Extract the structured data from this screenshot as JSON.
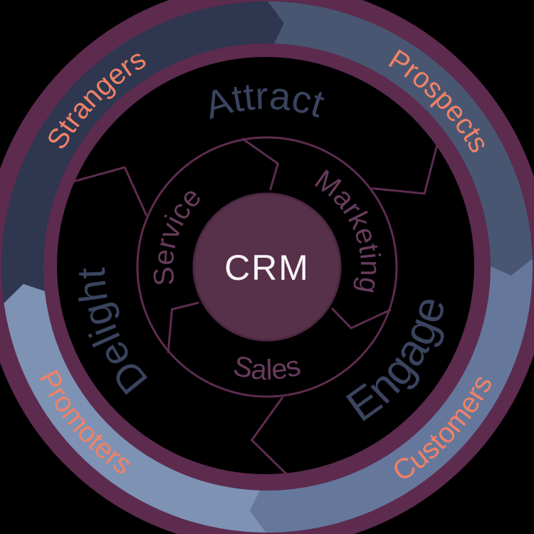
{
  "diagram": {
    "type": "crm-flywheel",
    "background": "#000000",
    "colors": {
      "ring": "#5c2b4e",
      "line": "#5e2c50",
      "zone_label": "#3a445f",
      "inner_label": "#683c5c",
      "outer_label": "#ef8266",
      "center_fill": "#573049",
      "center_stroke": "#4b2742",
      "center_text": "#f8f5f7"
    },
    "center": {
      "label": "CRM"
    },
    "outer_bands": [
      {
        "id": "strangers",
        "label": "Strangers",
        "color": "#2e3650",
        "tail": 184,
        "tip": 86,
        "label_angle": 135.5,
        "label_radius": 330,
        "flip": false
      },
      {
        "id": "prospects",
        "label": "Prospects",
        "color": "#485672",
        "tail": 86,
        "tip": -2,
        "label_angle": 44,
        "label_radius": 330,
        "flip": false
      },
      {
        "id": "customers",
        "label": "Customers",
        "color": "#66779c",
        "tail": -2,
        "tip": -94,
        "label_angle": -42.5,
        "label_radius": 356,
        "flip": true
      },
      {
        "id": "promoters",
        "label": "Promoters",
        "color": "#7e92b4",
        "tail": -94,
        "tip": -176,
        "label_angle": 220.5,
        "label_radius": 356,
        "flip": true
      }
    ],
    "zones": [
      {
        "id": "attract",
        "label": "Attract",
        "label_angle": 91,
        "label_radius": 222,
        "flip": false,
        "font_size": 54
      },
      {
        "id": "engage",
        "label": "Engage",
        "label_angle": -35,
        "label_radius": 255,
        "flip": true,
        "font_size": 62
      },
      {
        "id": "delight",
        "label": "Delight",
        "label_angle": 202,
        "label_radius": 228,
        "flip": false,
        "font_size": 56
      }
    ],
    "zone_divider_tips": [
      25,
      145,
      265
    ],
    "inner_segments": [
      {
        "id": "service",
        "label": "Service",
        "label_angle": 162,
        "label_radius": 132,
        "flip": false
      },
      {
        "id": "marketing",
        "label": "Marketing",
        "label_angle": 23,
        "label_radius": 132,
        "flip": false
      },
      {
        "id": "sales",
        "label": "Sales",
        "label_angle": 270,
        "label_radius": 158,
        "flip": true
      }
    ],
    "inner_divider_tips": [
      84,
      -36,
      204
    ]
  }
}
